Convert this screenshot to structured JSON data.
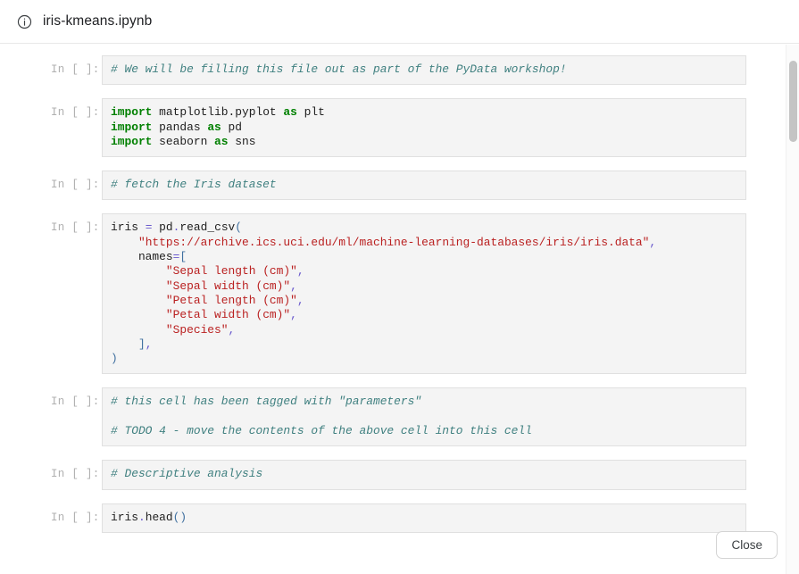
{
  "header": {
    "icon": "info-circle-icon",
    "title": "iris-kmeans.ipynb"
  },
  "footer": {
    "close_label": "Close"
  },
  "prompt_label": "In [ ]:",
  "cells": [
    {
      "id": "cell-intro-comment",
      "prompt": "In [ ]:",
      "lines": [
        [
          {
            "t": "# We will be filling this file out as part of the PyData workshop!",
            "c": "comment"
          }
        ]
      ]
    },
    {
      "id": "cell-imports",
      "prompt": "In [ ]:",
      "lines": [
        [
          {
            "t": "import",
            "c": "keyword"
          },
          {
            "t": " matplotlib.pyplot ",
            "c": "name"
          },
          {
            "t": "as",
            "c": "keyword"
          },
          {
            "t": " plt",
            "c": "name"
          }
        ],
        [
          {
            "t": "import",
            "c": "keyword"
          },
          {
            "t": " pandas ",
            "c": "name"
          },
          {
            "t": "as",
            "c": "keyword"
          },
          {
            "t": " pd",
            "c": "name"
          }
        ],
        [
          {
            "t": "import",
            "c": "keyword"
          },
          {
            "t": " seaborn ",
            "c": "name"
          },
          {
            "t": "as",
            "c": "keyword"
          },
          {
            "t": " sns",
            "c": "name"
          }
        ]
      ]
    },
    {
      "id": "cell-fetch-comment",
      "prompt": "In [ ]:",
      "lines": [
        [
          {
            "t": "# fetch the Iris dataset",
            "c": "comment"
          }
        ]
      ]
    },
    {
      "id": "cell-read-csv",
      "prompt": "In [ ]:",
      "lines": [
        [
          {
            "t": "iris ",
            "c": "name"
          },
          {
            "t": "=",
            "c": "punct"
          },
          {
            "t": " pd",
            "c": "name"
          },
          {
            "t": ".",
            "c": "punct"
          },
          {
            "t": "read_csv",
            "c": "name"
          },
          {
            "t": "(",
            "c": "paren"
          }
        ],
        [
          {
            "t": "    ",
            "c": "name"
          },
          {
            "t": "\"https://archive.ics.uci.edu/ml/machine-learning-databases/iris/iris.data\"",
            "c": "string"
          },
          {
            "t": ",",
            "c": "punct"
          }
        ],
        [
          {
            "t": "    names",
            "c": "name"
          },
          {
            "t": "=",
            "c": "punct"
          },
          {
            "t": "[",
            "c": "paren"
          }
        ],
        [
          {
            "t": "        ",
            "c": "name"
          },
          {
            "t": "\"Sepal length (cm)\"",
            "c": "string"
          },
          {
            "t": ",",
            "c": "punct"
          }
        ],
        [
          {
            "t": "        ",
            "c": "name"
          },
          {
            "t": "\"Sepal width (cm)\"",
            "c": "string"
          },
          {
            "t": ",",
            "c": "punct"
          }
        ],
        [
          {
            "t": "        ",
            "c": "name"
          },
          {
            "t": "\"Petal length (cm)\"",
            "c": "string"
          },
          {
            "t": ",",
            "c": "punct"
          }
        ],
        [
          {
            "t": "        ",
            "c": "name"
          },
          {
            "t": "\"Petal width (cm)\"",
            "c": "string"
          },
          {
            "t": ",",
            "c": "punct"
          }
        ],
        [
          {
            "t": "        ",
            "c": "name"
          },
          {
            "t": "\"Species\"",
            "c": "string"
          },
          {
            "t": ",",
            "c": "punct"
          }
        ],
        [
          {
            "t": "    ",
            "c": "name"
          },
          {
            "t": "]",
            "c": "paren"
          },
          {
            "t": ",",
            "c": "punct"
          }
        ],
        [
          {
            "t": ")",
            "c": "paren"
          }
        ]
      ]
    },
    {
      "id": "cell-parameters-tagged",
      "prompt": "In [ ]:",
      "lines": [
        [
          {
            "t": "# this cell has been tagged with \"parameters\"",
            "c": "comment"
          }
        ],
        [
          {
            "t": "",
            "c": "blank"
          }
        ],
        [
          {
            "t": "# TODO 4 - move the contents of the above cell into this cell",
            "c": "comment"
          }
        ]
      ]
    },
    {
      "id": "cell-descriptive-comment",
      "prompt": "In [ ]:",
      "lines": [
        [
          {
            "t": "# Descriptive analysis",
            "c": "comment"
          }
        ]
      ]
    },
    {
      "id": "cell-iris-head",
      "prompt": "In [ ]:",
      "lines": [
        [
          {
            "t": "iris",
            "c": "name"
          },
          {
            "t": ".",
            "c": "punct"
          },
          {
            "t": "head",
            "c": "name"
          },
          {
            "t": "()",
            "c": "paren"
          }
        ]
      ]
    }
  ]
}
